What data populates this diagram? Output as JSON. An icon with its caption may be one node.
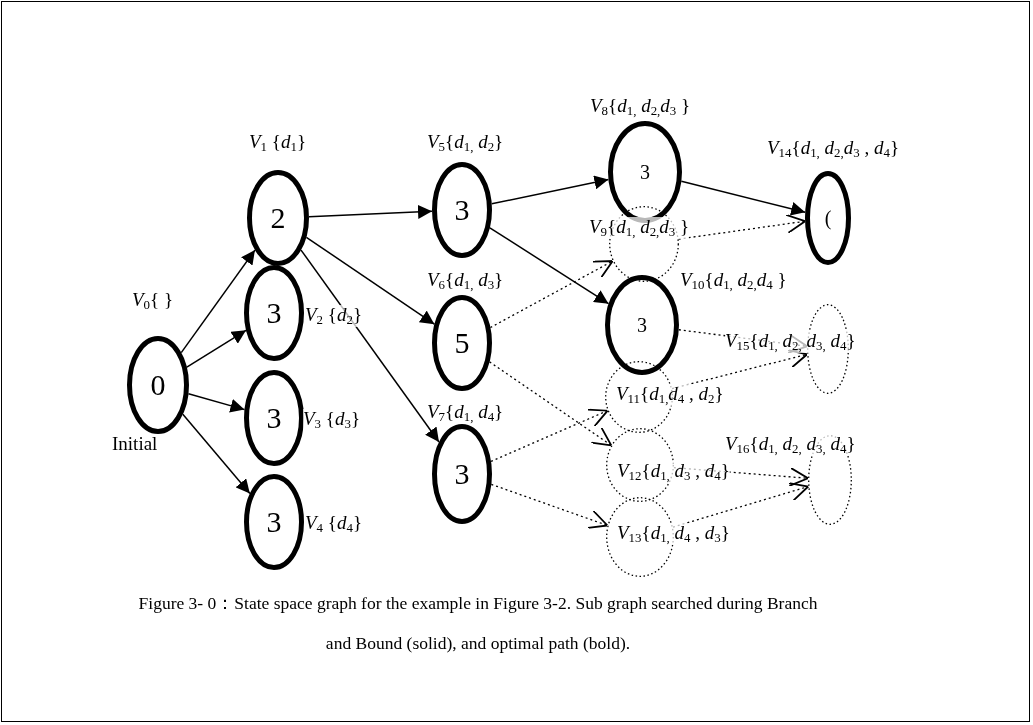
{
  "diagram": {
    "caption": "Figure 3- 0：State space graph for the example in Figure 3-2. Sub graph searched during Branch and Bound (solid), and optimal path (bold).",
    "nodes": [
      {
        "text": [
          "0"
        ],
        "beside": [
          "*V*$_{0}${ }",
          "Initial"
        ]
      },
      {
        "text": [
          "2"
        ],
        "beside": [
          "*V*$_{1}$ {*d*$_{1}$}"
        ]
      },
      {
        "text": [
          "3"
        ],
        "beside": [
          "*V*$_{2}$ {*d*$_{2}$}"
        ]
      },
      {
        "text": [
          "3"
        ],
        "beside": [
          "*V*$_{3}$ {*d*$_{3}$}"
        ]
      },
      {
        "text": [
          "3"
        ],
        "beside": [
          "*V*$_{4}$ {*d*$_{4}$}"
        ]
      },
      {
        "text": [
          "3"
        ],
        "beside": [
          "*V*$_{5}${*d*$_{1,}$ *d*$_{2}$}"
        ]
      },
      {
        "text": [
          "5"
        ],
        "beside": [
          "*V*$_{6}${*d*$_{1,}$ *d*$_{3}$}"
        ]
      },
      {
        "text": [
          "3"
        ],
        "beside": [
          "*V*$_{7}${*d*$_{1,}$ *d*$_{4}$}"
        ]
      },
      {
        "text": [
          "3"
        ],
        "beside": [
          "*V*$_{8}${*d*$_{1,}$ *d*$_{2,}$*d*$_{3}$ }"
        ]
      },
      {
        "text": [
          "*V*$_{9}${*d*$_{1,}$ *d*$_{2,}$*d*$_{3}$ }"
        ]
      },
      {
        "text": [
          "3"
        ],
        "beside": [
          "*V*$_{10}${*d*$_{1,}$ *d*$_{2,}$*d*$_{4}$ }"
        ]
      },
      {
        "text": [
          "*V*$_{11}${*d*$_{1,}$*d*$_{4}$ , *d*$_{2}$}"
        ]
      },
      {
        "text": [
          "*V*$_{12}${*d*$_{1,}$ *d*$_{3}$ , *d*$_{4}$}"
        ]
      },
      {
        "text": [
          "*V*$_{13}${*d*$_{1,}$ *d*$_{4}$ , *d*$_{3}$}"
        ]
      },
      {
        "text": [
          "("
        ],
        "beside": [
          "*V*$_{14}${*d*$_{1,}$ *d*$_{2,}$*d*$_{3}$ , *d*$_{4}$}"
        ]
      },
      {
        "text": [
          "*V*$_{15}${*d*$_{1,}$ *d*$_{2,}$ *d*$_{3,}$ *d*$_{4}$}"
        ]
      },
      {
        "text": [
          "*V*$_{16}${*d*$_{1,}$ *d*$_{2,}$ *d*$_{3,}$ *d*$_{4}$}"
        ]
      }
    ],
    "edges": [
      {
        "from": 0,
        "to": 1,
        "arrow": "to"
      },
      {
        "from": 0,
        "to": 2,
        "arrow": "to"
      },
      {
        "from": 0,
        "to": 3,
        "arrow": "to"
      },
      {
        "from": 0,
        "to": 4,
        "arrow": "to"
      },
      {
        "from": 1,
        "to": 5,
        "arrow": "to"
      },
      {
        "from": 1,
        "to": 6,
        "arrow": "to"
      },
      {
        "from": 1,
        "to": 7,
        "arrow": "to"
      },
      {
        "from": 5,
        "to": 8,
        "arrow": "to"
      },
      {
        "from": 5,
        "to": 10,
        "arrow": "to"
      },
      {
        "from": 8,
        "to": 14,
        "arrow": "to"
      },
      {
        "from": 6,
        "to": 9,
        "arrow": "to",
        "style": "dashed"
      },
      {
        "from": 6,
        "to": 12,
        "arrow": "to",
        "style": "dashed"
      },
      {
        "from": 7,
        "to": 11,
        "arrow": "to",
        "style": "dashed"
      },
      {
        "from": 7,
        "to": 13,
        "arrow": "to",
        "style": "dashed"
      },
      {
        "from": 9,
        "to": 14,
        "arrow": "to",
        "style": "dashed"
      },
      {
        "from": 10,
        "to": 15,
        "arrow": "to",
        "style": "dashed"
      },
      {
        "from": 11,
        "to": 15,
        "arrow": "to",
        "style": "dashed"
      },
      {
        "from": 12,
        "to": 16,
        "arrow": "to",
        "style": "dashed"
      },
      {
        "from": 13,
        "to": 16,
        "arrow": "to",
        "style": "dashed"
      }
    ]
  }
}
